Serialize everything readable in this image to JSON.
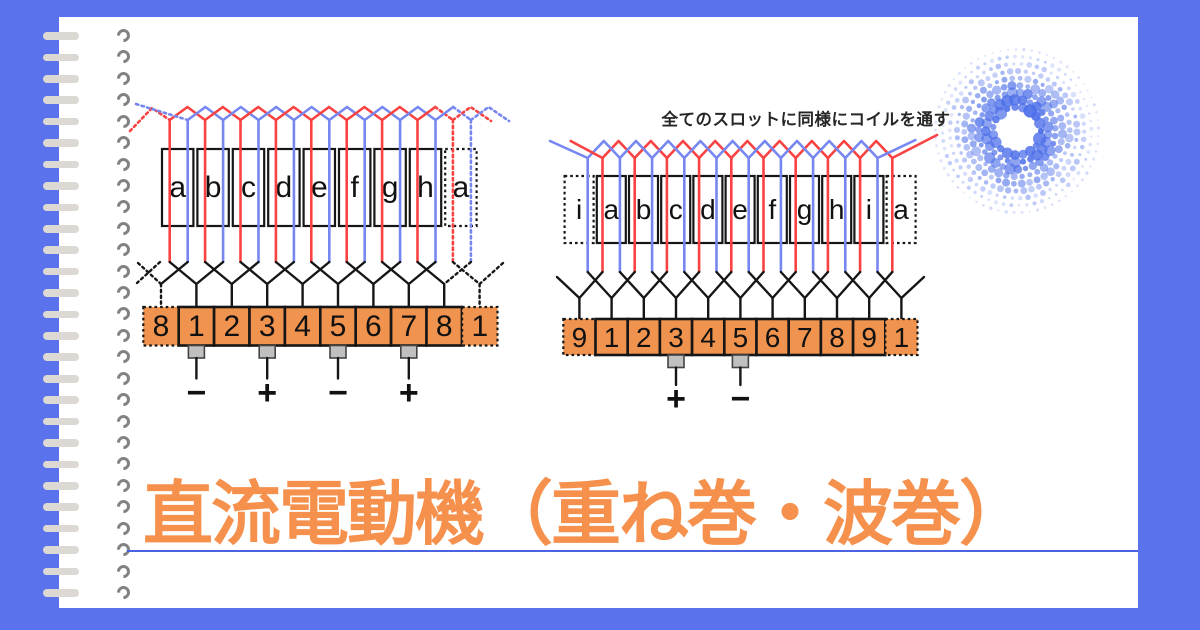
{
  "theme": {
    "background": "#5a73ec",
    "paper": "#ffffff",
    "title_orange": "#f5914d",
    "commutator_orange": "#f0934e",
    "wire_red": "#f94242",
    "wire_blue": "#7787f0",
    "line_black": "#161616",
    "underline_blue": "#4b63e2",
    "ring_bar": "#dcd8d3",
    "ring_hook": "#828282",
    "brush_gray": "#c0c0c0",
    "halftone_blue": "#4d6fe9",
    "caption_color": "#262626"
  },
  "title": {
    "text": "直流電動機（重ね巻・波巻）"
  },
  "lap_diagram": {
    "name": "lap-winding-diagram",
    "slots": [
      "a",
      "b",
      "c",
      "d",
      "e",
      "f",
      "g",
      "h"
    ],
    "ghost_slot_right": "a",
    "segments": [
      "1",
      "2",
      "3",
      "4",
      "5",
      "6",
      "7",
      "8"
    ],
    "ghost_segment_left": "8",
    "ghost_segment_right": "1",
    "brushes": [
      {
        "segment": "1",
        "polarity": "−"
      },
      {
        "segment": "3",
        "polarity": "+"
      },
      {
        "segment": "5",
        "polarity": "−"
      },
      {
        "segment": "7",
        "polarity": "+"
      }
    ]
  },
  "wave_diagram": {
    "name": "wave-winding-diagram",
    "caption": "全てのスロットに同様にコイルを通す",
    "slots": [
      "a",
      "b",
      "c",
      "d",
      "e",
      "f",
      "g",
      "h",
      "i"
    ],
    "ghost_slot_left": "i",
    "ghost_slot_right": "a",
    "segments": [
      "1",
      "2",
      "3",
      "4",
      "5",
      "6",
      "7",
      "8",
      "9"
    ],
    "ghost_segment_left": "9",
    "ghost_segment_right": "1",
    "brushes": [
      {
        "segment": "3",
        "polarity": "+"
      },
      {
        "segment": "5",
        "polarity": "−"
      }
    ]
  }
}
